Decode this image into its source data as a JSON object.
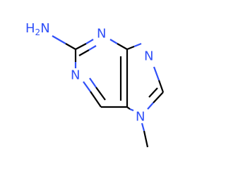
{
  "colors": {
    "carbon_bond": "#000000",
    "nitrogen": "#3050F8"
  },
  "atoms": {
    "amine_element": "H",
    "amine_count": "2",
    "amine_nitrogen": "N",
    "n1": "N",
    "n3": "N",
    "n7": "N",
    "n9": "N"
  }
}
